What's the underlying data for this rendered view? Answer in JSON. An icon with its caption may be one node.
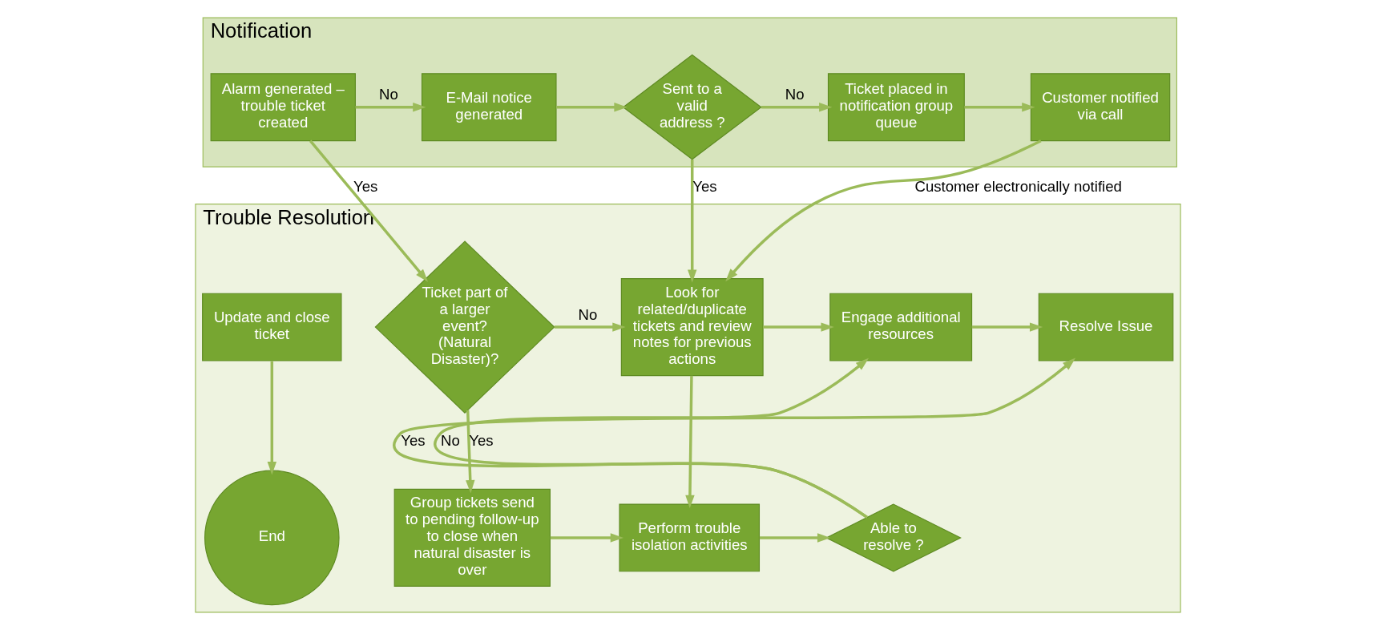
{
  "diagram": {
    "nodes": [
      {
        "text": [
          "Notification"
        ]
      },
      {
        "text": [
          "Alarm generated – trouble ticket created"
        ],
        "in": 0
      },
      {
        "text": [
          "E-Mail notice generated"
        ],
        "in": 0
      },
      {
        "text": [
          "Sent to a valid address ?"
        ],
        "in": 0
      },
      {
        "text": [
          "Ticket placed in notification group queue"
        ],
        "in": 0
      },
      {
        "text": [
          "Customer notified via call"
        ],
        "in": 0
      },
      {
        "text": [
          "Trouble Resolution"
        ]
      },
      {
        "text": [
          "Ticket part of a larger event? (Natural Disaster)?"
        ],
        "in": 6
      },
      {
        "text": [
          "Look for related/duplicate tickets and review notes for previous actions"
        ],
        "in": 6
      },
      {
        "text": [
          "Engage additional resources"
        ],
        "in": 6
      },
      {
        "text": [
          "Resolve Issue"
        ],
        "in": 6
      },
      {
        "text": [
          "Update and close ticket"
        ],
        "in": 6
      },
      {
        "text": [
          "Group tickets send to pending follow-up to close when natural disaster is over"
        ],
        "in": 6
      },
      {
        "text": [
          "Perform trouble isolation activities"
        ],
        "in": 6
      },
      {
        "text": [
          "Able to resolve ?"
        ],
        "in": 6
      },
      {
        "text": [
          "End"
        ],
        "in": 6
      }
    ],
    "edges": [
      {
        "from": 1,
        "to": 2,
        "arrow": "to",
        "label": "No"
      },
      {
        "from": 1,
        "to": 7,
        "arrow": "to",
        "label": "Yes"
      },
      {
        "from": 2,
        "to": 3,
        "arrow": "to"
      },
      {
        "from": 3,
        "to": 4,
        "arrow": "to",
        "label": "No"
      },
      {
        "from": 4,
        "to": 5,
        "arrow": "to"
      },
      {
        "from": 3,
        "to": 8,
        "arrow": "to",
        "label": "Yes"
      },
      {
        "from": 5,
        "to": 8,
        "arrow": "to",
        "label": "Customer electronically notified"
      },
      {
        "from": 7,
        "to": 8,
        "arrow": "to",
        "label": "No"
      },
      {
        "from": 7,
        "to": 12,
        "arrow": "to",
        "label": "Yes"
      },
      {
        "from": 8,
        "to": 9,
        "arrow": "to"
      },
      {
        "from": 9,
        "to": 10,
        "arrow": "to"
      },
      {
        "from": 8,
        "to": 13,
        "arrow": "to"
      },
      {
        "from": 12,
        "to": 13,
        "arrow": "to"
      },
      {
        "from": 13,
        "to": 14,
        "arrow": "to"
      },
      {
        "from": 14,
        "to": 9,
        "arrow": "to",
        "label": "No"
      },
      {
        "from": 14,
        "to": 10,
        "arrow": "to",
        "label": "Yes"
      },
      {
        "from": 11,
        "to": 15,
        "arrow": "to"
      }
    ]
  }
}
